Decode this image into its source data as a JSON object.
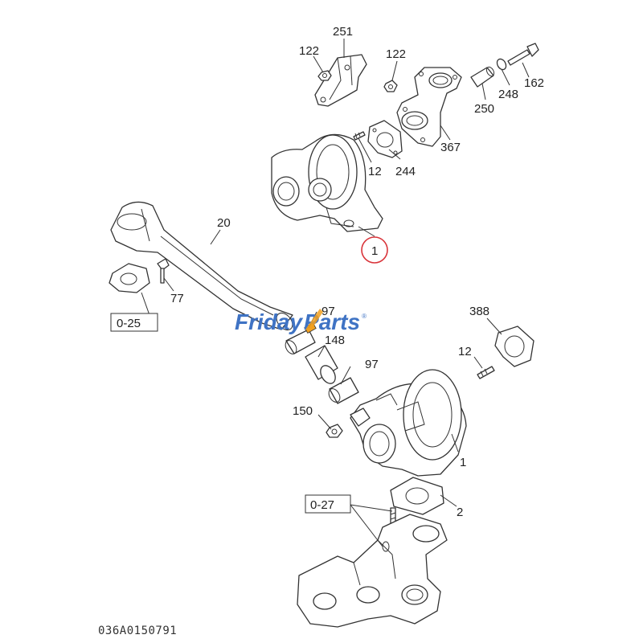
{
  "diagram": {
    "drawing_number": "036A0150791",
    "highlight_color": "#d9343a",
    "watermark": {
      "part1": "Friday",
      "part2": "Parts",
      "trademark": "®",
      "color": "#3f73c4",
      "accent_color": "#f2a01f"
    },
    "callouts": {
      "c251": "251",
      "c122a": "122",
      "c122b": "122",
      "c162": "162",
      "c248": "248",
      "c250": "250",
      "c367": "367",
      "c12a": "12",
      "c244": "244",
      "c1a": "1",
      "c20": "20",
      "c77": "77",
      "c97a": "97",
      "c148": "148",
      "c97b": "97",
      "c388": "388",
      "c12b": "12",
      "c150": "150",
      "c1b": "1",
      "c2": "2"
    },
    "references": {
      "r025": "0-25",
      "r027": "0-27"
    }
  }
}
